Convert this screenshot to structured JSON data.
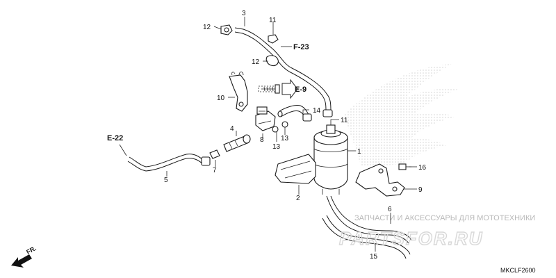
{
  "diagram": {
    "callouts": [
      {
        "id": "c3",
        "text": "3"
      },
      {
        "id": "c11a",
        "text": "11"
      },
      {
        "id": "c12a",
        "text": "12"
      },
      {
        "id": "c12b",
        "text": "12"
      },
      {
        "id": "c10",
        "text": "10"
      },
      {
        "id": "c14",
        "text": "14"
      },
      {
        "id": "c11b",
        "text": "11"
      },
      {
        "id": "c4",
        "text": "4"
      },
      {
        "id": "c8",
        "text": "8"
      },
      {
        "id": "c13a",
        "text": "13"
      },
      {
        "id": "c13b",
        "text": "13"
      },
      {
        "id": "c1",
        "text": "1"
      },
      {
        "id": "c7",
        "text": "7"
      },
      {
        "id": "c5",
        "text": "5"
      },
      {
        "id": "c2",
        "text": "2"
      },
      {
        "id": "c16",
        "text": "16"
      },
      {
        "id": "c9",
        "text": "9"
      },
      {
        "id": "c6",
        "text": "6"
      },
      {
        "id": "c15",
        "text": "15"
      }
    ],
    "section_refs": [
      {
        "id": "f23",
        "text": "F-23"
      },
      {
        "id": "e9",
        "text": "E-9"
      },
      {
        "id": "e22",
        "text": "E-22"
      }
    ],
    "direction_label": "FR.",
    "diagram_code": "MKCLF2600"
  },
  "watermark": {
    "caption": "ЗАПЧАСТИ И АКСЕССУАРЫ ДЛЯ МОТОТЕХНИКИ",
    "logo": "PARTSFOR.RU"
  }
}
